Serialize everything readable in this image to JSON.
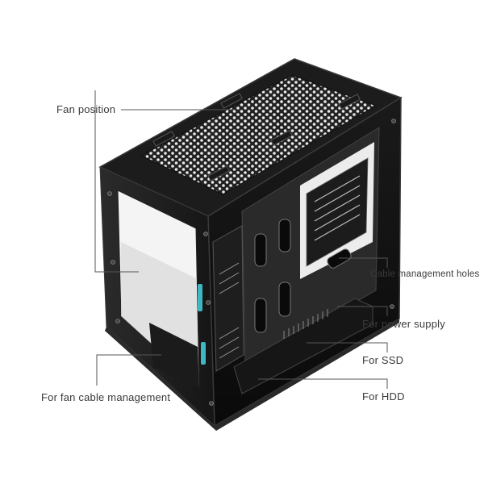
{
  "annotations": {
    "fan_position": "Fan position",
    "cable_management_holes": "Cable management holes",
    "for_power_supply": "For power supply",
    "for_ssd": "For SSD",
    "for_hdd": "For HDD",
    "for_fan_cable_management": "For fan cable management"
  },
  "colors": {
    "background": "#ffffff",
    "case_body": "#1e1e1e",
    "case_edge": "#3a3a3a",
    "mesh": "#2a2a2a",
    "mesh_hole": "#f2f2f2",
    "interior": "#0f0f0f",
    "accent_led": "#3fb6c4",
    "callout_line": "#555555"
  }
}
